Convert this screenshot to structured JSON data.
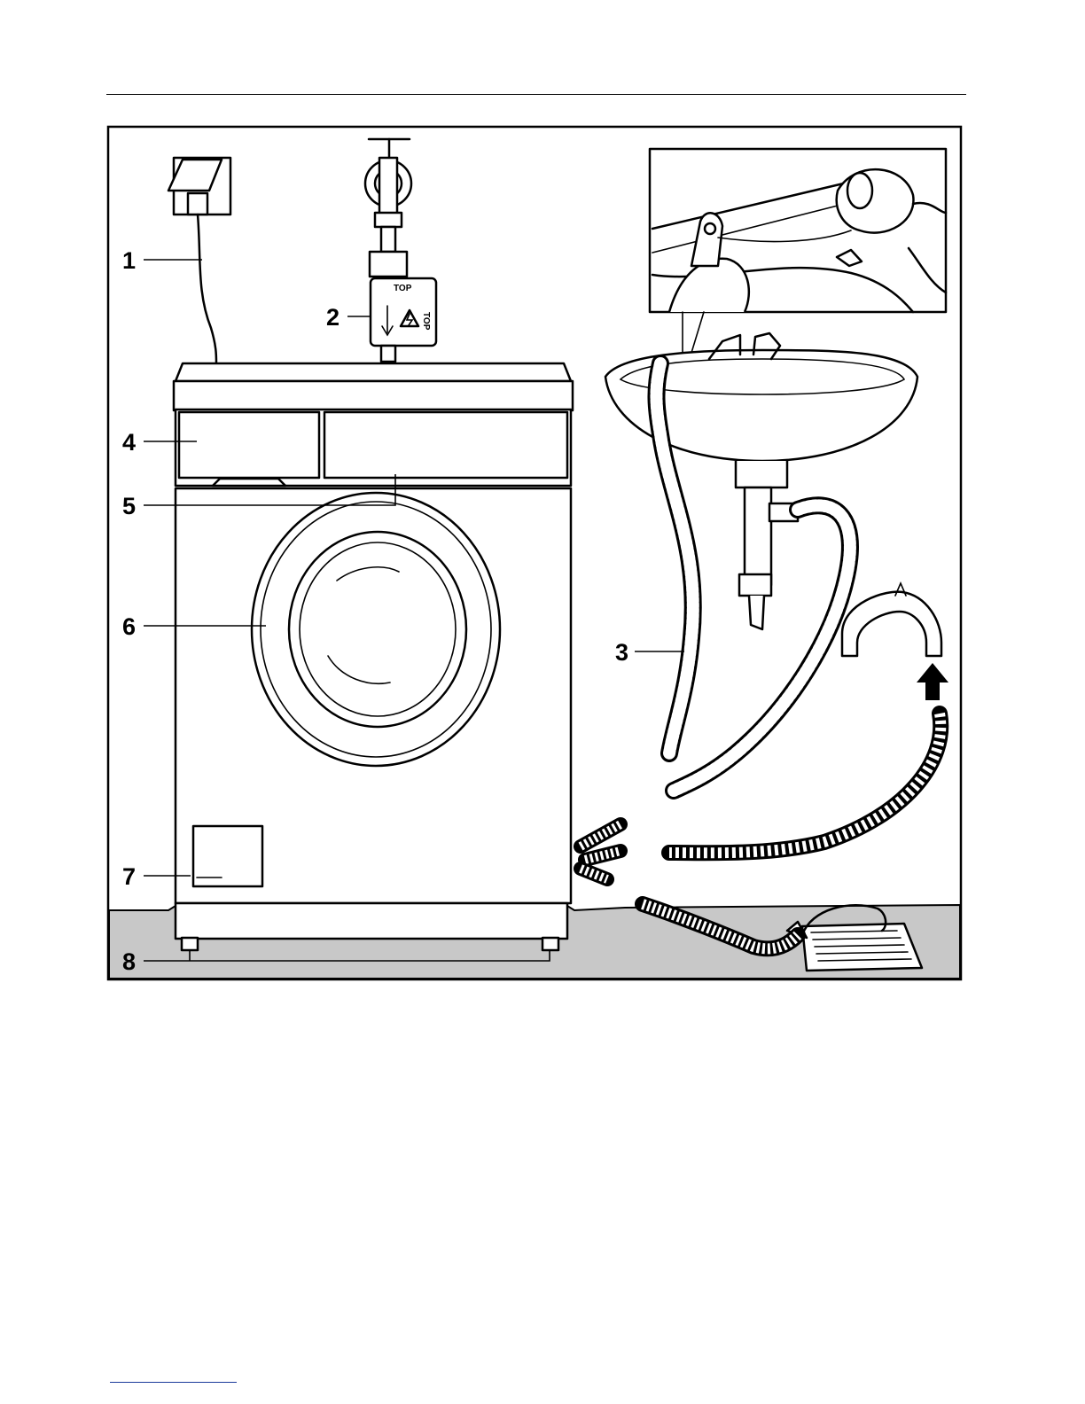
{
  "figure": {
    "callouts": [
      {
        "id": "1",
        "label": "1"
      },
      {
        "id": "2",
        "label": "2"
      },
      {
        "id": "3",
        "label": "3"
      },
      {
        "id": "4",
        "label": "4"
      },
      {
        "id": "5",
        "label": "5"
      },
      {
        "id": "6",
        "label": "6"
      },
      {
        "id": "7",
        "label": "7"
      },
      {
        "id": "8",
        "label": "8"
      }
    ],
    "valve_text": "TOP"
  },
  "colors": {
    "line": "#000000",
    "floor": "#c8c8c8",
    "background": "#ffffff",
    "footer_rule": "#1a3a9a"
  }
}
